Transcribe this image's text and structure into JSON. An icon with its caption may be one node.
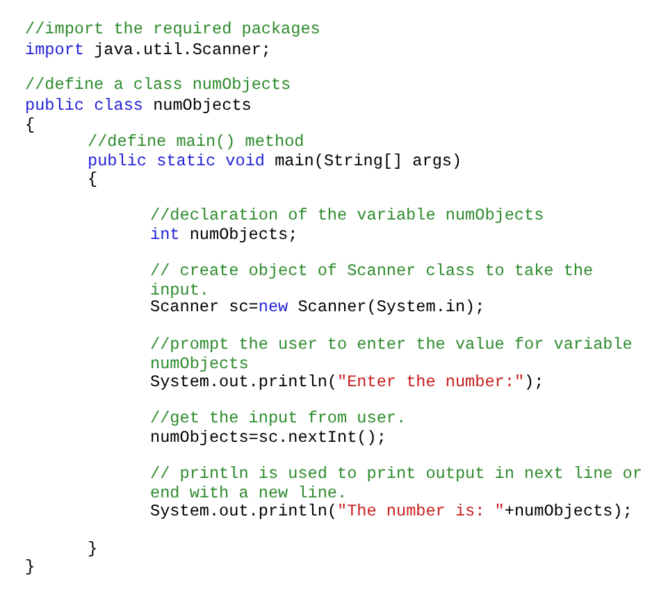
{
  "diagram": {
    "labels": [
      "//import the required packages",
      "import java.util.Scanner;",
      "//define a class numObjects",
      "public class numObjects",
      "{",
      "//define main() method",
      "public static void main(String[] args)",
      "{",
      "//declaration of the variable numObjects",
      "int numObjects;",
      "// create object of Scanner class to take the input.",
      "Scanner sc=new Scanner(System.in);",
      "//prompt the user to enter the value for variable numObjects",
      "System.out.println(\"Enter the number:\");",
      "//get the input from user.",
      "numObjects=sc.nextInt();",
      "// println is used to print output in next line or end with a new line.",
      "System.out.println(\"The number is: \"+numObjects);",
      "}",
      "}"
    ]
  }
}
